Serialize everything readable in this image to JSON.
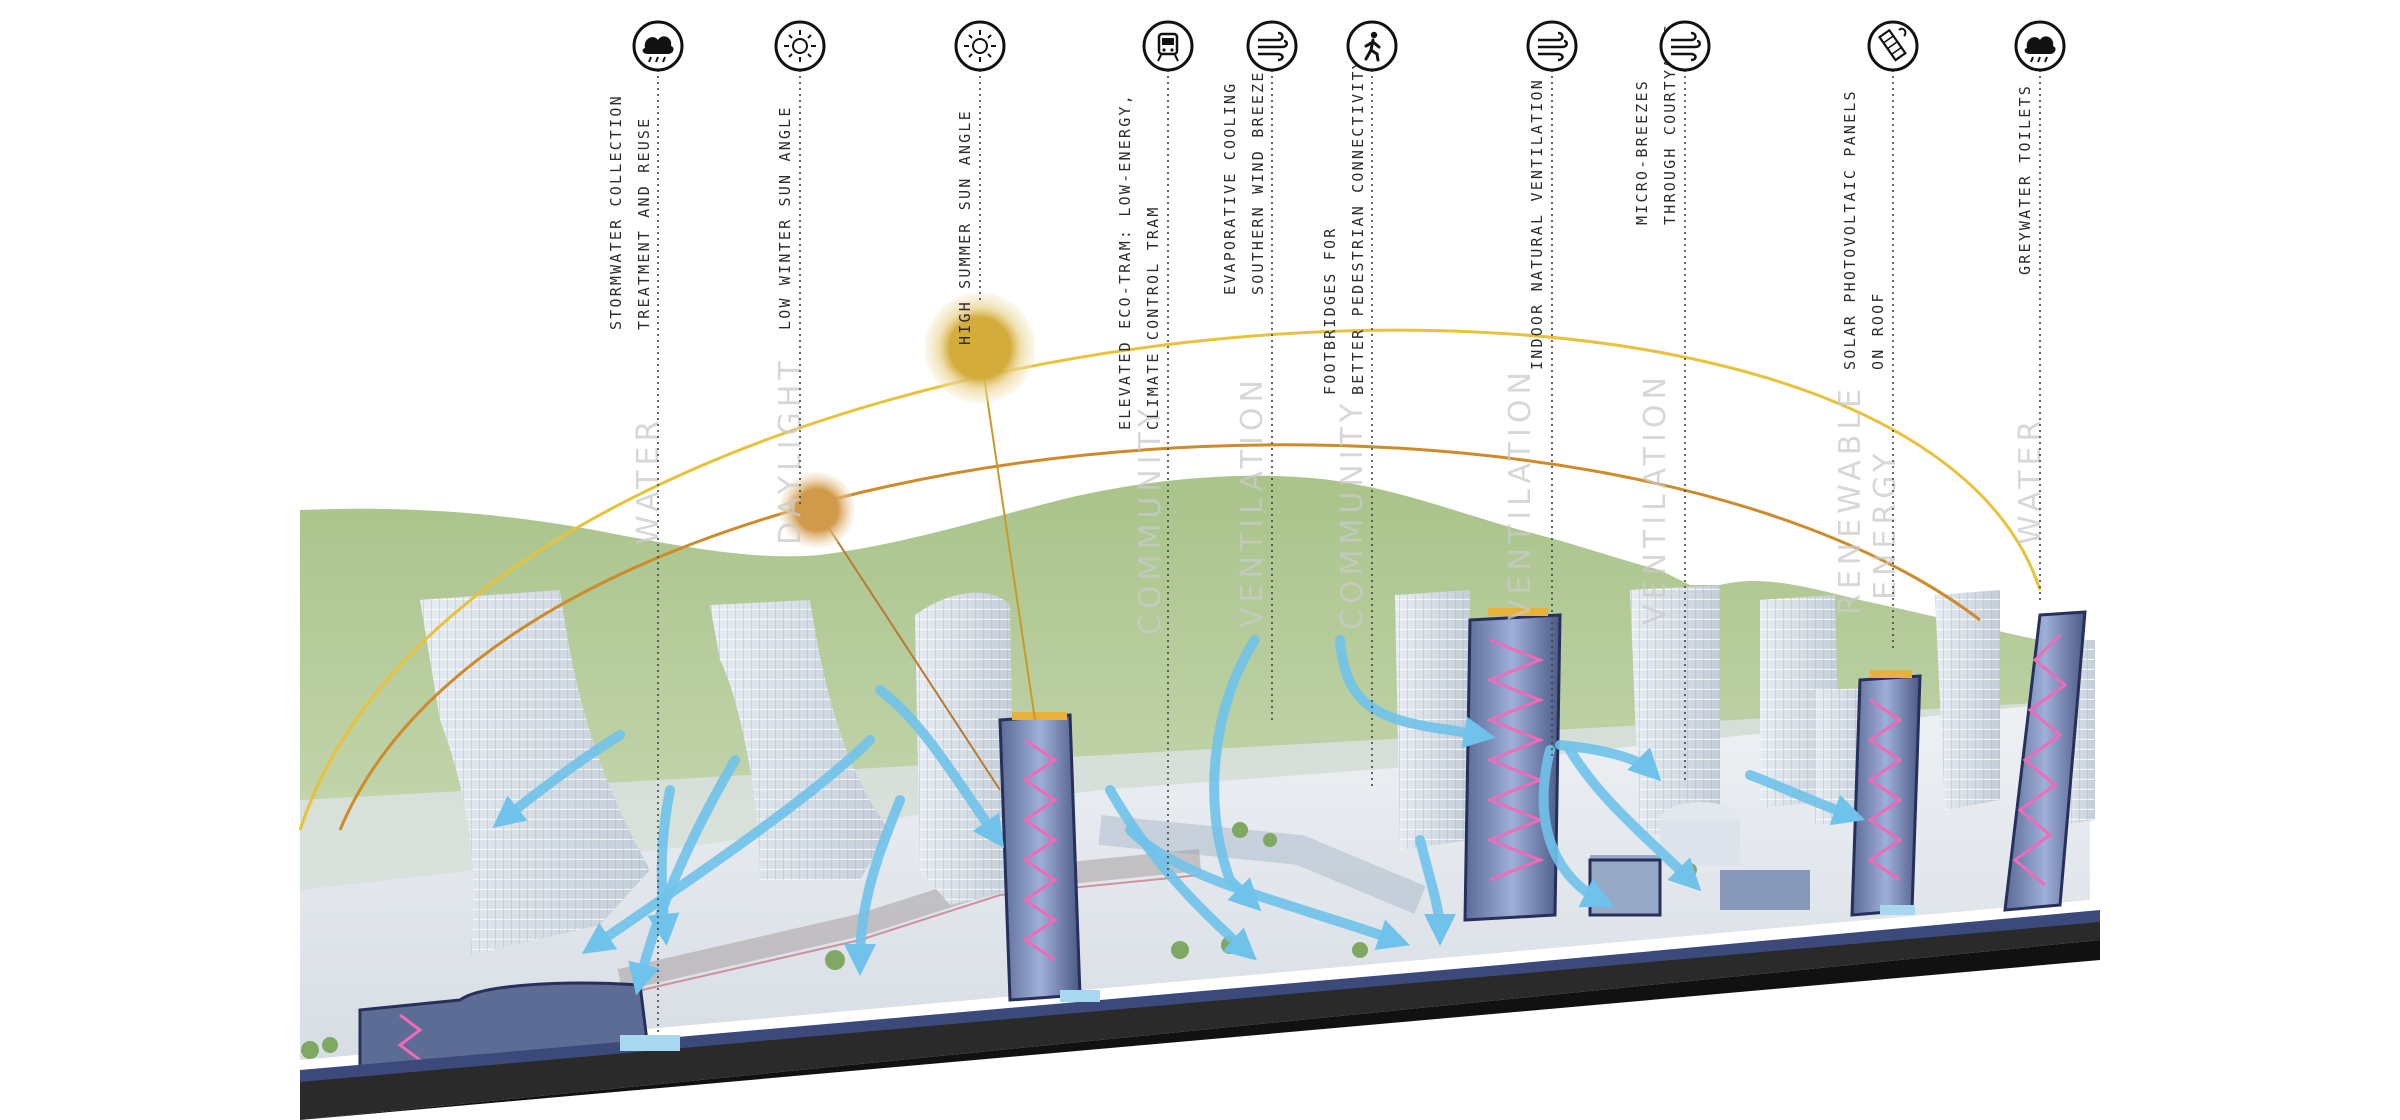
{
  "icons": [
    {
      "name": "rain-cloud-icon"
    },
    {
      "name": "sun-icon"
    },
    {
      "name": "sun-icon"
    },
    {
      "name": "tram-icon"
    },
    {
      "name": "wind-icon"
    },
    {
      "name": "pedestrian-icon"
    },
    {
      "name": "wind-icon"
    },
    {
      "name": "wind-icon"
    },
    {
      "name": "solar-panel-icon"
    },
    {
      "name": "rain-cloud-icon"
    }
  ],
  "annotations": [
    {
      "lines": [
        "STORMWATER COLLECTION",
        "TREATMENT AND REUSE"
      ]
    },
    {
      "lines": [
        "LOW WINTER SUN ANGLE"
      ]
    },
    {
      "lines": [
        "HIGH SUMMER SUN ANGLE"
      ]
    },
    {
      "lines": [
        "ELEVATED ECO-TRAM: LOW-ENERGY,",
        "CLIMATE CONTROL TRAM"
      ]
    },
    {
      "lines": [
        "EVAPORATIVE COOLING",
        "SOUTHERN WIND BREEZE"
      ]
    },
    {
      "lines": [
        "FOOTBRIDGES FOR",
        "BETTER PEDESTRIAN CONNECTIVITY"
      ]
    },
    {
      "lines": [
        "INDOOR NATURAL VENTILATION"
      ]
    },
    {
      "lines": [
        "MICRO-BREEZES",
        "THROUGH COURTYARDS"
      ]
    },
    {
      "lines": [
        "SOLAR PHOTOVOLTAIC PANELS",
        "ON ROOF"
      ]
    },
    {
      "lines": [
        "GREYWATER TOILETS"
      ]
    }
  ],
  "themes": [
    {
      "text": "WATER"
    },
    {
      "text": "DAYLIGHT"
    },
    {
      "text": "COMMUNITY"
    },
    {
      "text": "VENTILATION"
    },
    {
      "text": "COMMUNITY"
    },
    {
      "text": "VENTILATION"
    },
    {
      "text": "VENTILATION"
    },
    {
      "text": "RENEWABLE"
    },
    {
      "text": "ENERGY"
    },
    {
      "text": "WATER"
    }
  ],
  "colors": {
    "summer_arc": "#e8c23a",
    "winter_arc": "#cf8a2a",
    "summer_sun": "#d4ac3c",
    "winter_sun": "#d19a4a",
    "hill": "#9db97e",
    "airflow": "#6fc2ea",
    "ventilation_zigzag": "#f06ab8",
    "ground_dark": "#2a2a2a",
    "icon_stroke": "#111111"
  }
}
